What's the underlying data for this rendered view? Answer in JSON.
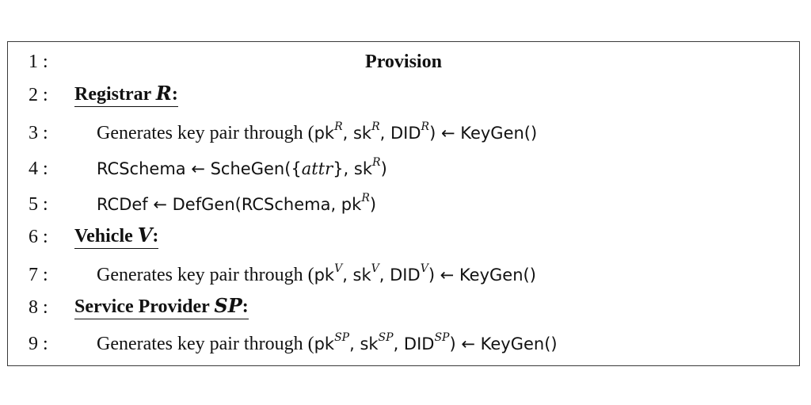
{
  "title": "Provision",
  "line_numbers": [
    "1 :",
    "2 :",
    "3 :",
    "4 :",
    "5 :",
    "6 :",
    "7 :",
    "8 :",
    "9 :"
  ],
  "headings": {
    "registrar": {
      "label": "Registrar",
      "symbol": "R"
    },
    "vehicle": {
      "label": "Vehicle",
      "symbol": "V"
    },
    "service_provider": {
      "label": "Service Provider",
      "symbol": "SP"
    }
  },
  "text": {
    "generates": "Generates key pair through (",
    "pk": "pk",
    "sk": "sk",
    "did": "DID",
    "comma": ", ",
    "keygen": ") ← KeyGen()",
    "rcschema_lhs": "RCSchema ← ScheGen({",
    "attr": "attr",
    "rcschema_mid": "}, sk",
    "close": ")",
    "rcdef_lhs": "RCDef ← DefGen(RCSchema, pk"
  }
}
